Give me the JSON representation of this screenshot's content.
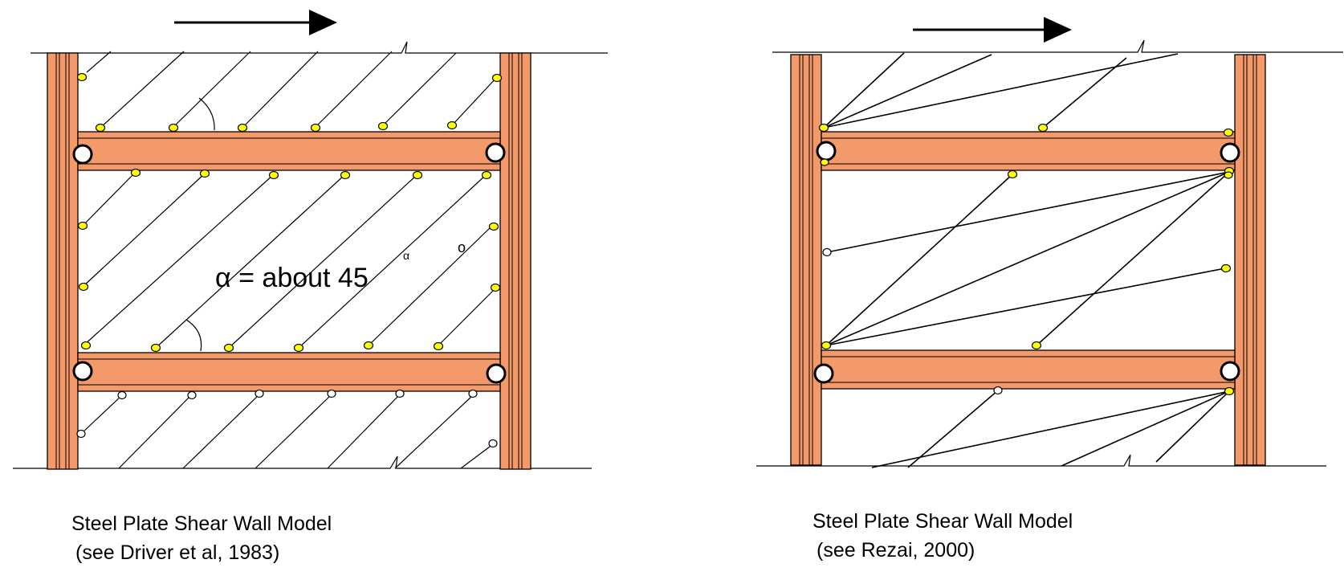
{
  "colors": {
    "member_fill": "#f4996a",
    "member_stroke": "#000000",
    "connector_filled": "#ffff00",
    "connector_open": "#ffffff",
    "line": "#000000",
    "background": "#ffffff"
  },
  "icons": {
    "load_direction": "arrow-right-icon",
    "pin": "hinge-pin-icon"
  },
  "left_model": {
    "angle_label": "α = about 45",
    "superscript_alpha": "α",
    "superscript_degree": "o",
    "caption_line1": "Steel Plate Shear Wall Model",
    "caption_line2": "(see Driver et al, 1983)"
  },
  "right_model": {
    "caption_line1": "Steel Plate Shear Wall Model",
    "caption_line2": "(see Rezai, 2000)"
  }
}
